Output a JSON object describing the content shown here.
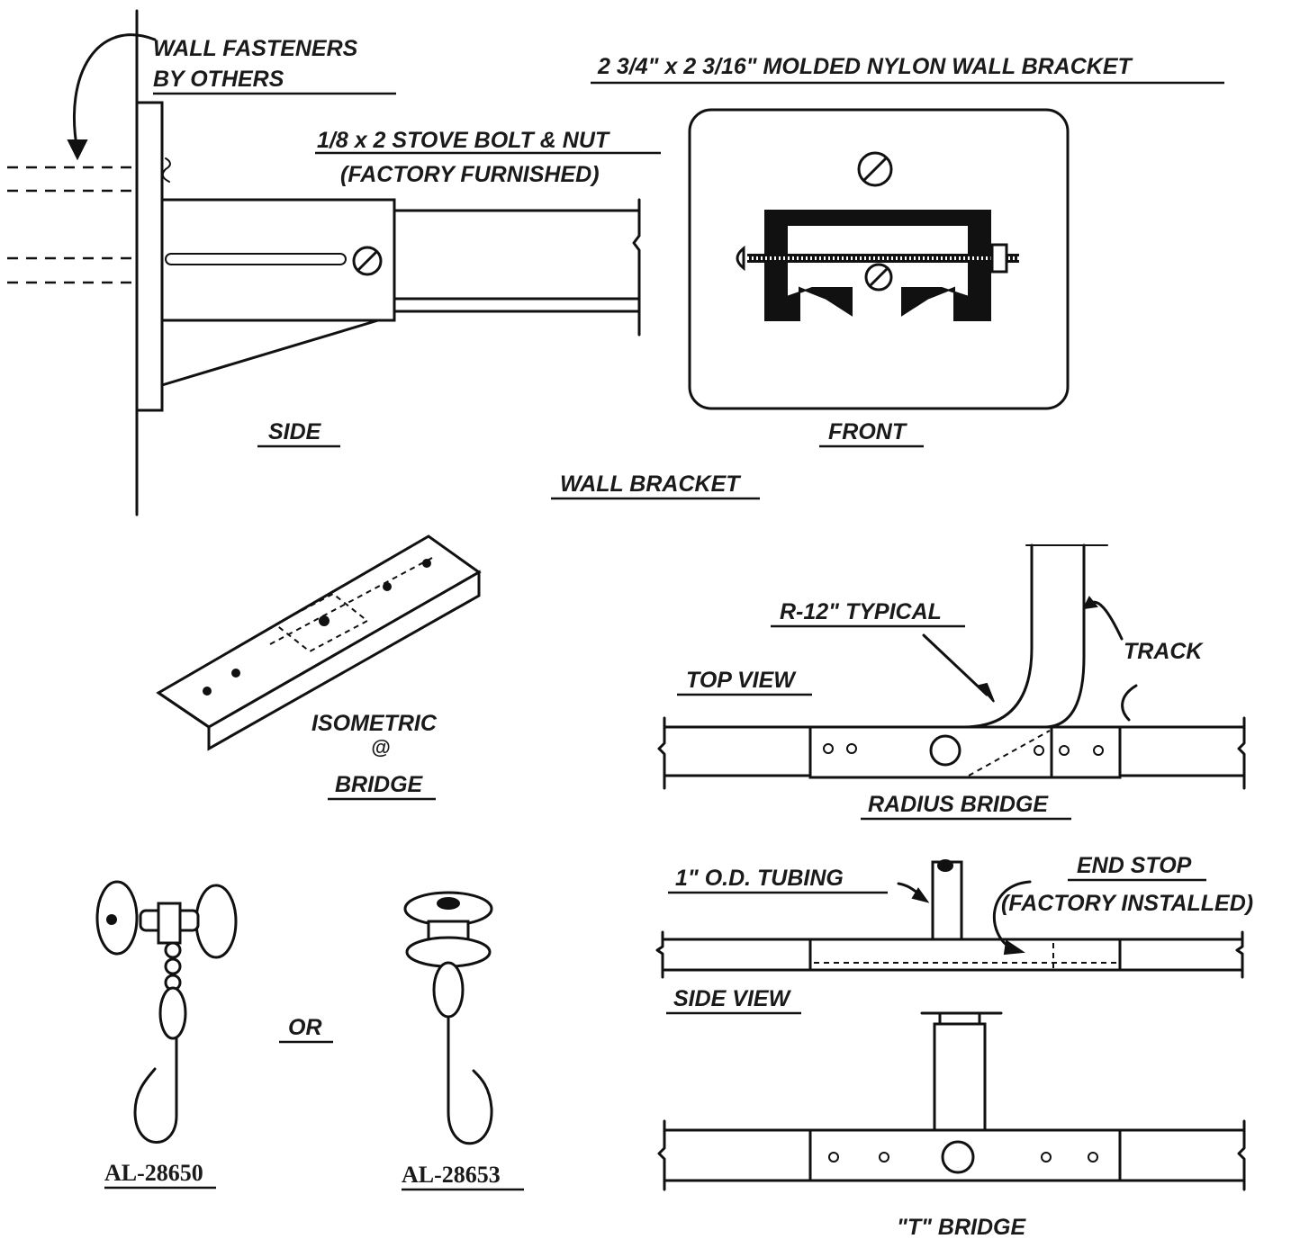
{
  "labels": {
    "wall_fasteners_1": "WALL FASTENERS",
    "wall_fasteners_2": "BY OTHERS",
    "nylon_bracket": "2 3/4\" x 2 3/16\" MOLDED NYLON WALL BRACKET",
    "stove_bolt_1": "1/8 x 2 STOVE BOLT & NUT",
    "stove_bolt_2": "(FACTORY FURNISHED)",
    "side": "SIDE",
    "front": "FRONT",
    "wall_bracket": "WALL BRACKET",
    "isometric": "ISOMETRIC",
    "at_symbol": "@",
    "bridge": "BRIDGE",
    "r12_typical": "R-12\" TYPICAL",
    "track": "TRACK",
    "top_view": "TOP VIEW",
    "radius_bridge": "RADIUS BRIDGE",
    "od_tubing": "1\" O.D. TUBING",
    "end_stop_1": "END STOP",
    "end_stop_2": "(FACTORY INSTALLED)",
    "side_view": "SIDE VIEW",
    "or": "OR",
    "part_1": "AL-28650",
    "part_2": "AL-28653",
    "t_bridge": "\"T\" BRIDGE"
  },
  "icons": {
    "hook_1": "double-wheel-trolley-hook-icon",
    "hook_2": "single-wheel-trolley-hook-icon",
    "curved_arrow": "curved-arrow-icon",
    "screw": "slotted-screw-icon"
  }
}
